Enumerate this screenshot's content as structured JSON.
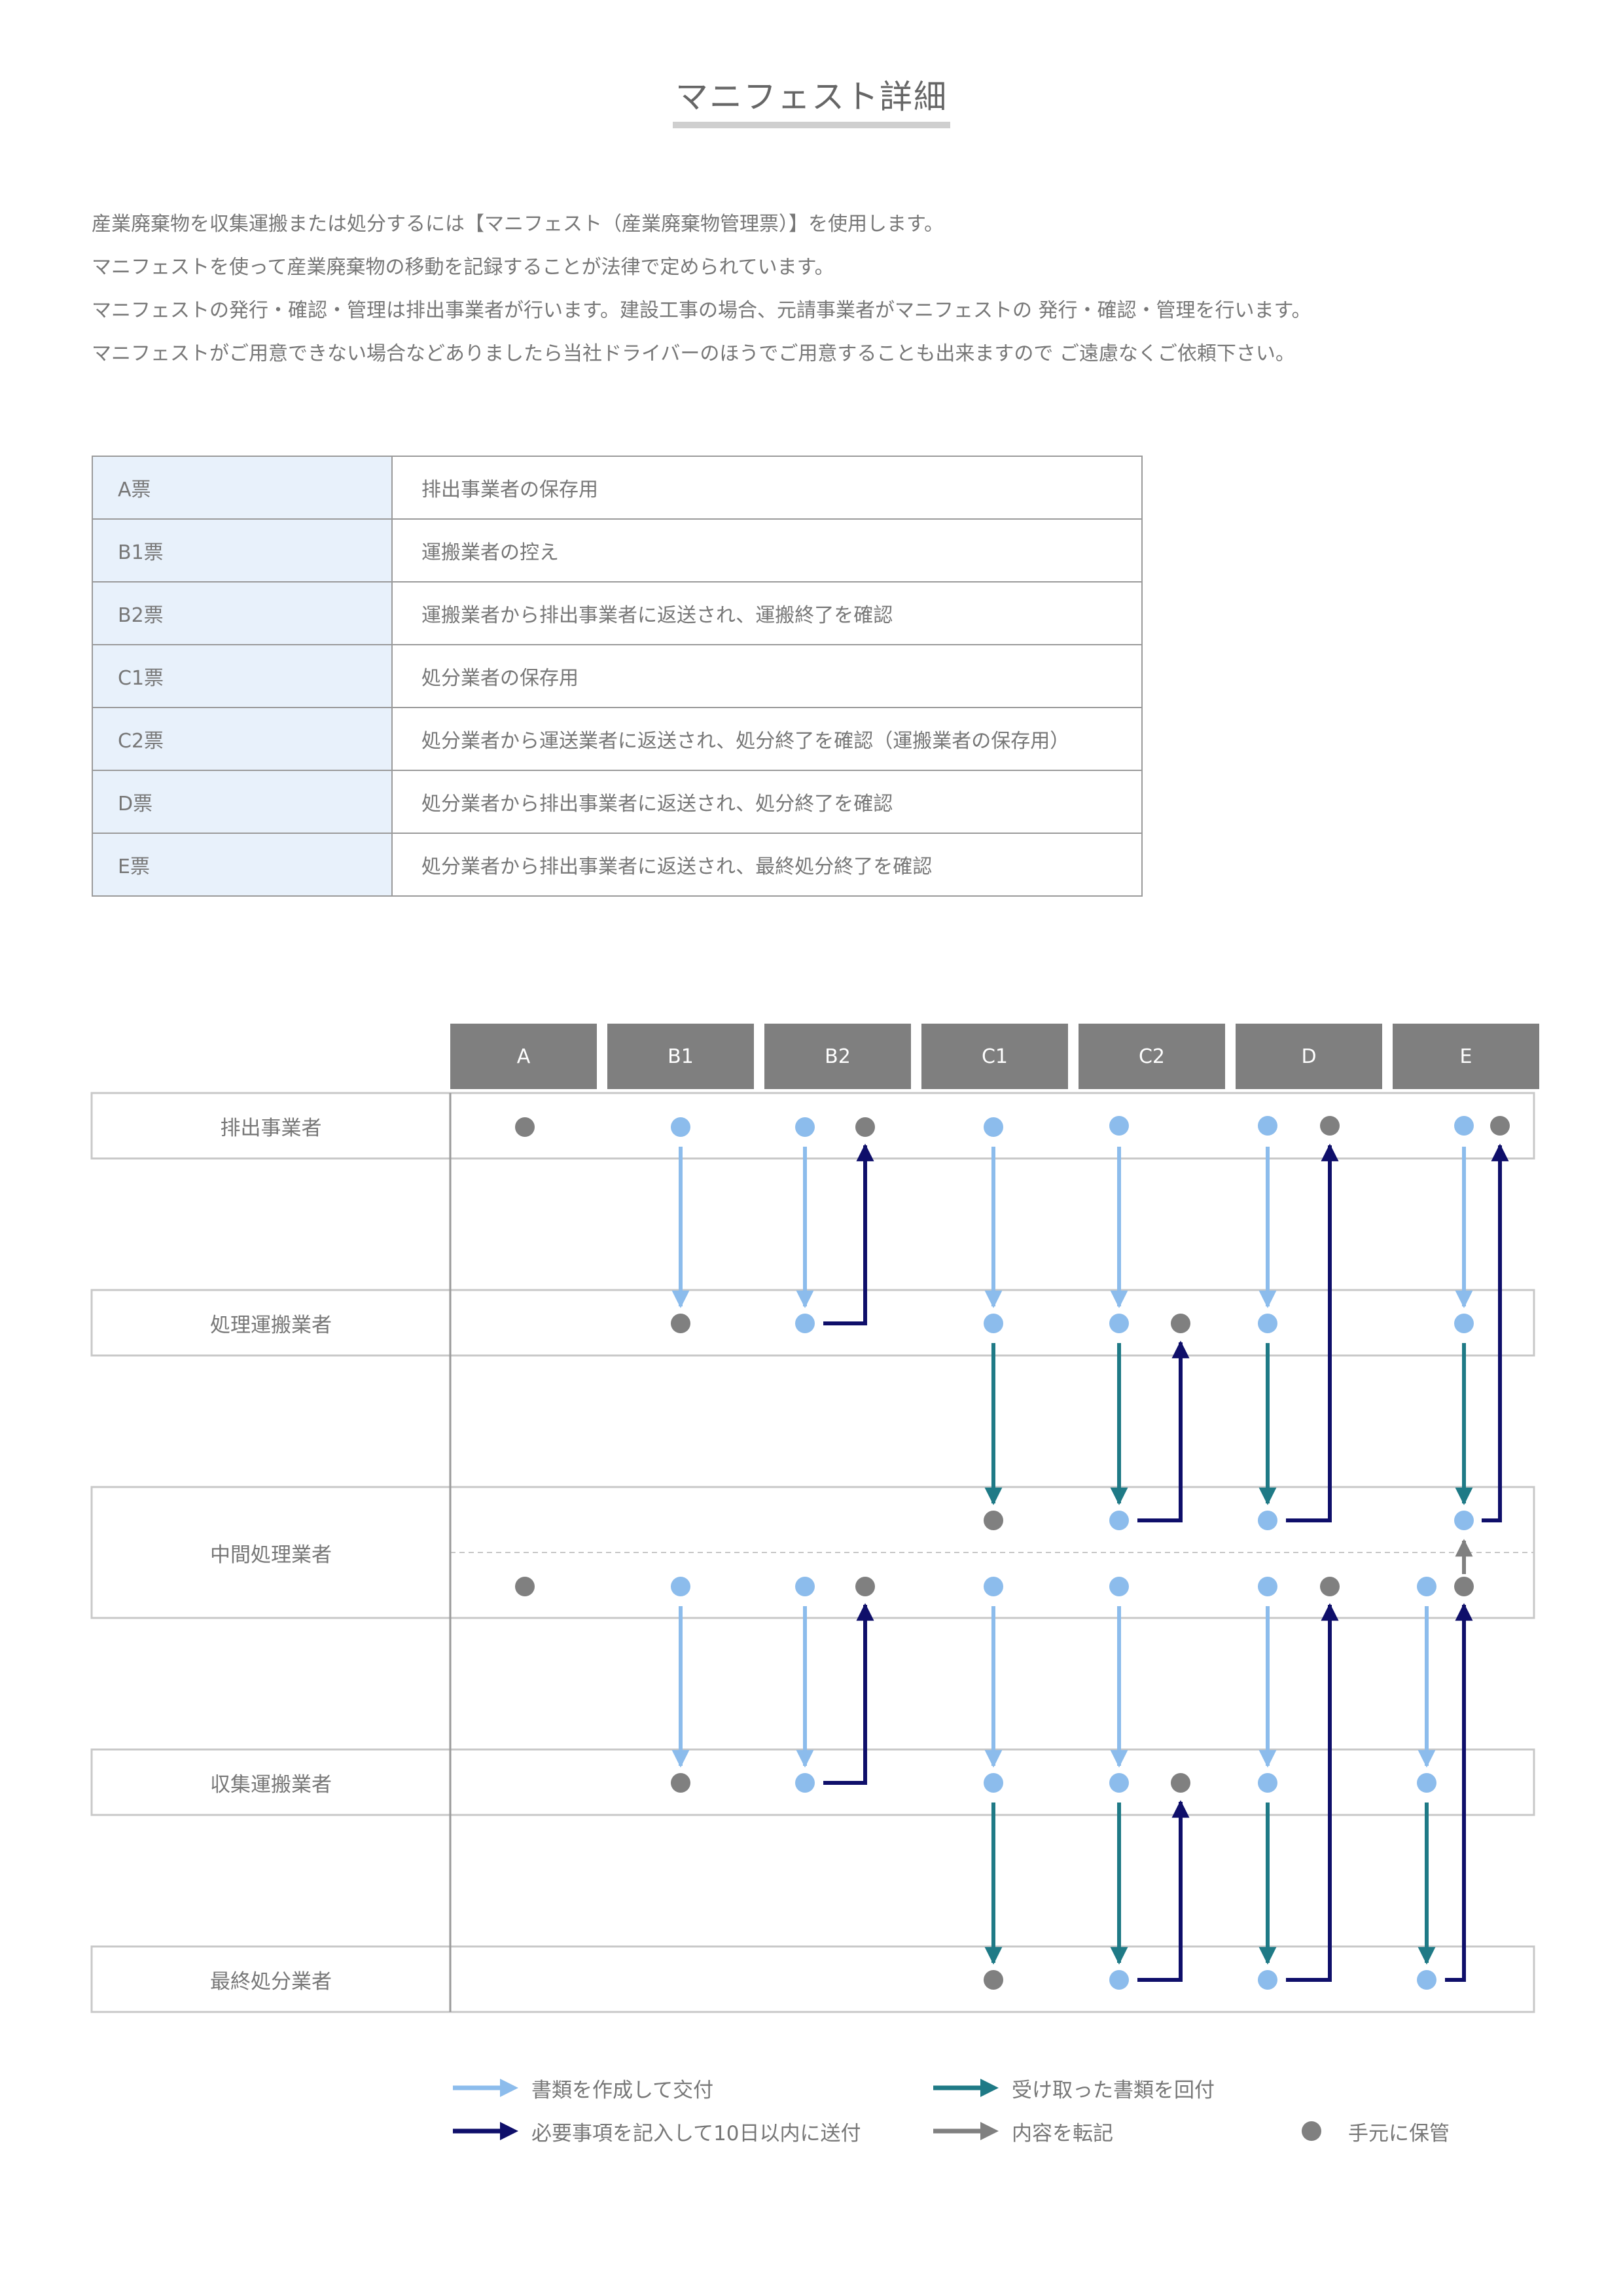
{
  "title": "マニフェスト詳細",
  "intro": [
    "産業廃棄物を収集運搬または処分するには【マニフェスト（産業廃棄物管理票）】を使用します。",
    "マニフェストを使って産業廃棄物の移動を記録することが法律で定められています。",
    "マニフェストの発行・確認・管理は排出事業者が行います。建設工事の場合、元請事業者がマニフェストの 発行・確認・管理を行います。",
    "マニフェストがご用意できない場合などありましたら当社ドライバーのほうでご用意することも出来ますので ご遠慮なくご依頼下さい。"
  ],
  "slips": [
    {
      "name": "A票",
      "desc": "排出事業者の保存用"
    },
    {
      "name": "B1票",
      "desc": "運搬業者の控え"
    },
    {
      "name": "B2票",
      "desc": "運搬業者から排出事業者に返送され、運搬終了を確認"
    },
    {
      "name": "C1票",
      "desc": "処分業者の保存用"
    },
    {
      "name": "C2票",
      "desc": "処分業者から運送業者に返送され、処分終了を確認（運搬業者の保存用）"
    },
    {
      "name": "D票",
      "desc": "処分業者から排出事業者に返送され、処分終了を確認"
    },
    {
      "name": "E票",
      "desc": "処分業者から排出事業者に返送され、最終処分終了を確認"
    }
  ],
  "columns": [
    "A",
    "B1",
    "B2",
    "C1",
    "C2",
    "D",
    "E"
  ],
  "rows": [
    "排出事業者",
    "処理運搬業者",
    "中間処理業者",
    "収集運搬業者",
    "最終処分業者"
  ],
  "legend": {
    "create": "書類を作成して交付",
    "send": "必要事項を記入して10日以内に送付",
    "return": "受け取った書類を回付",
    "transcribe": "内容を転記",
    "keep": "手元に保管"
  },
  "colors": {
    "create": "#8cbcec",
    "send": "#0f0f6a",
    "return": "#1f7a86",
    "transcribe": "#808080",
    "keep": "#808080",
    "header": "#7f7f7f",
    "key_cell": "#e8f1fb"
  }
}
